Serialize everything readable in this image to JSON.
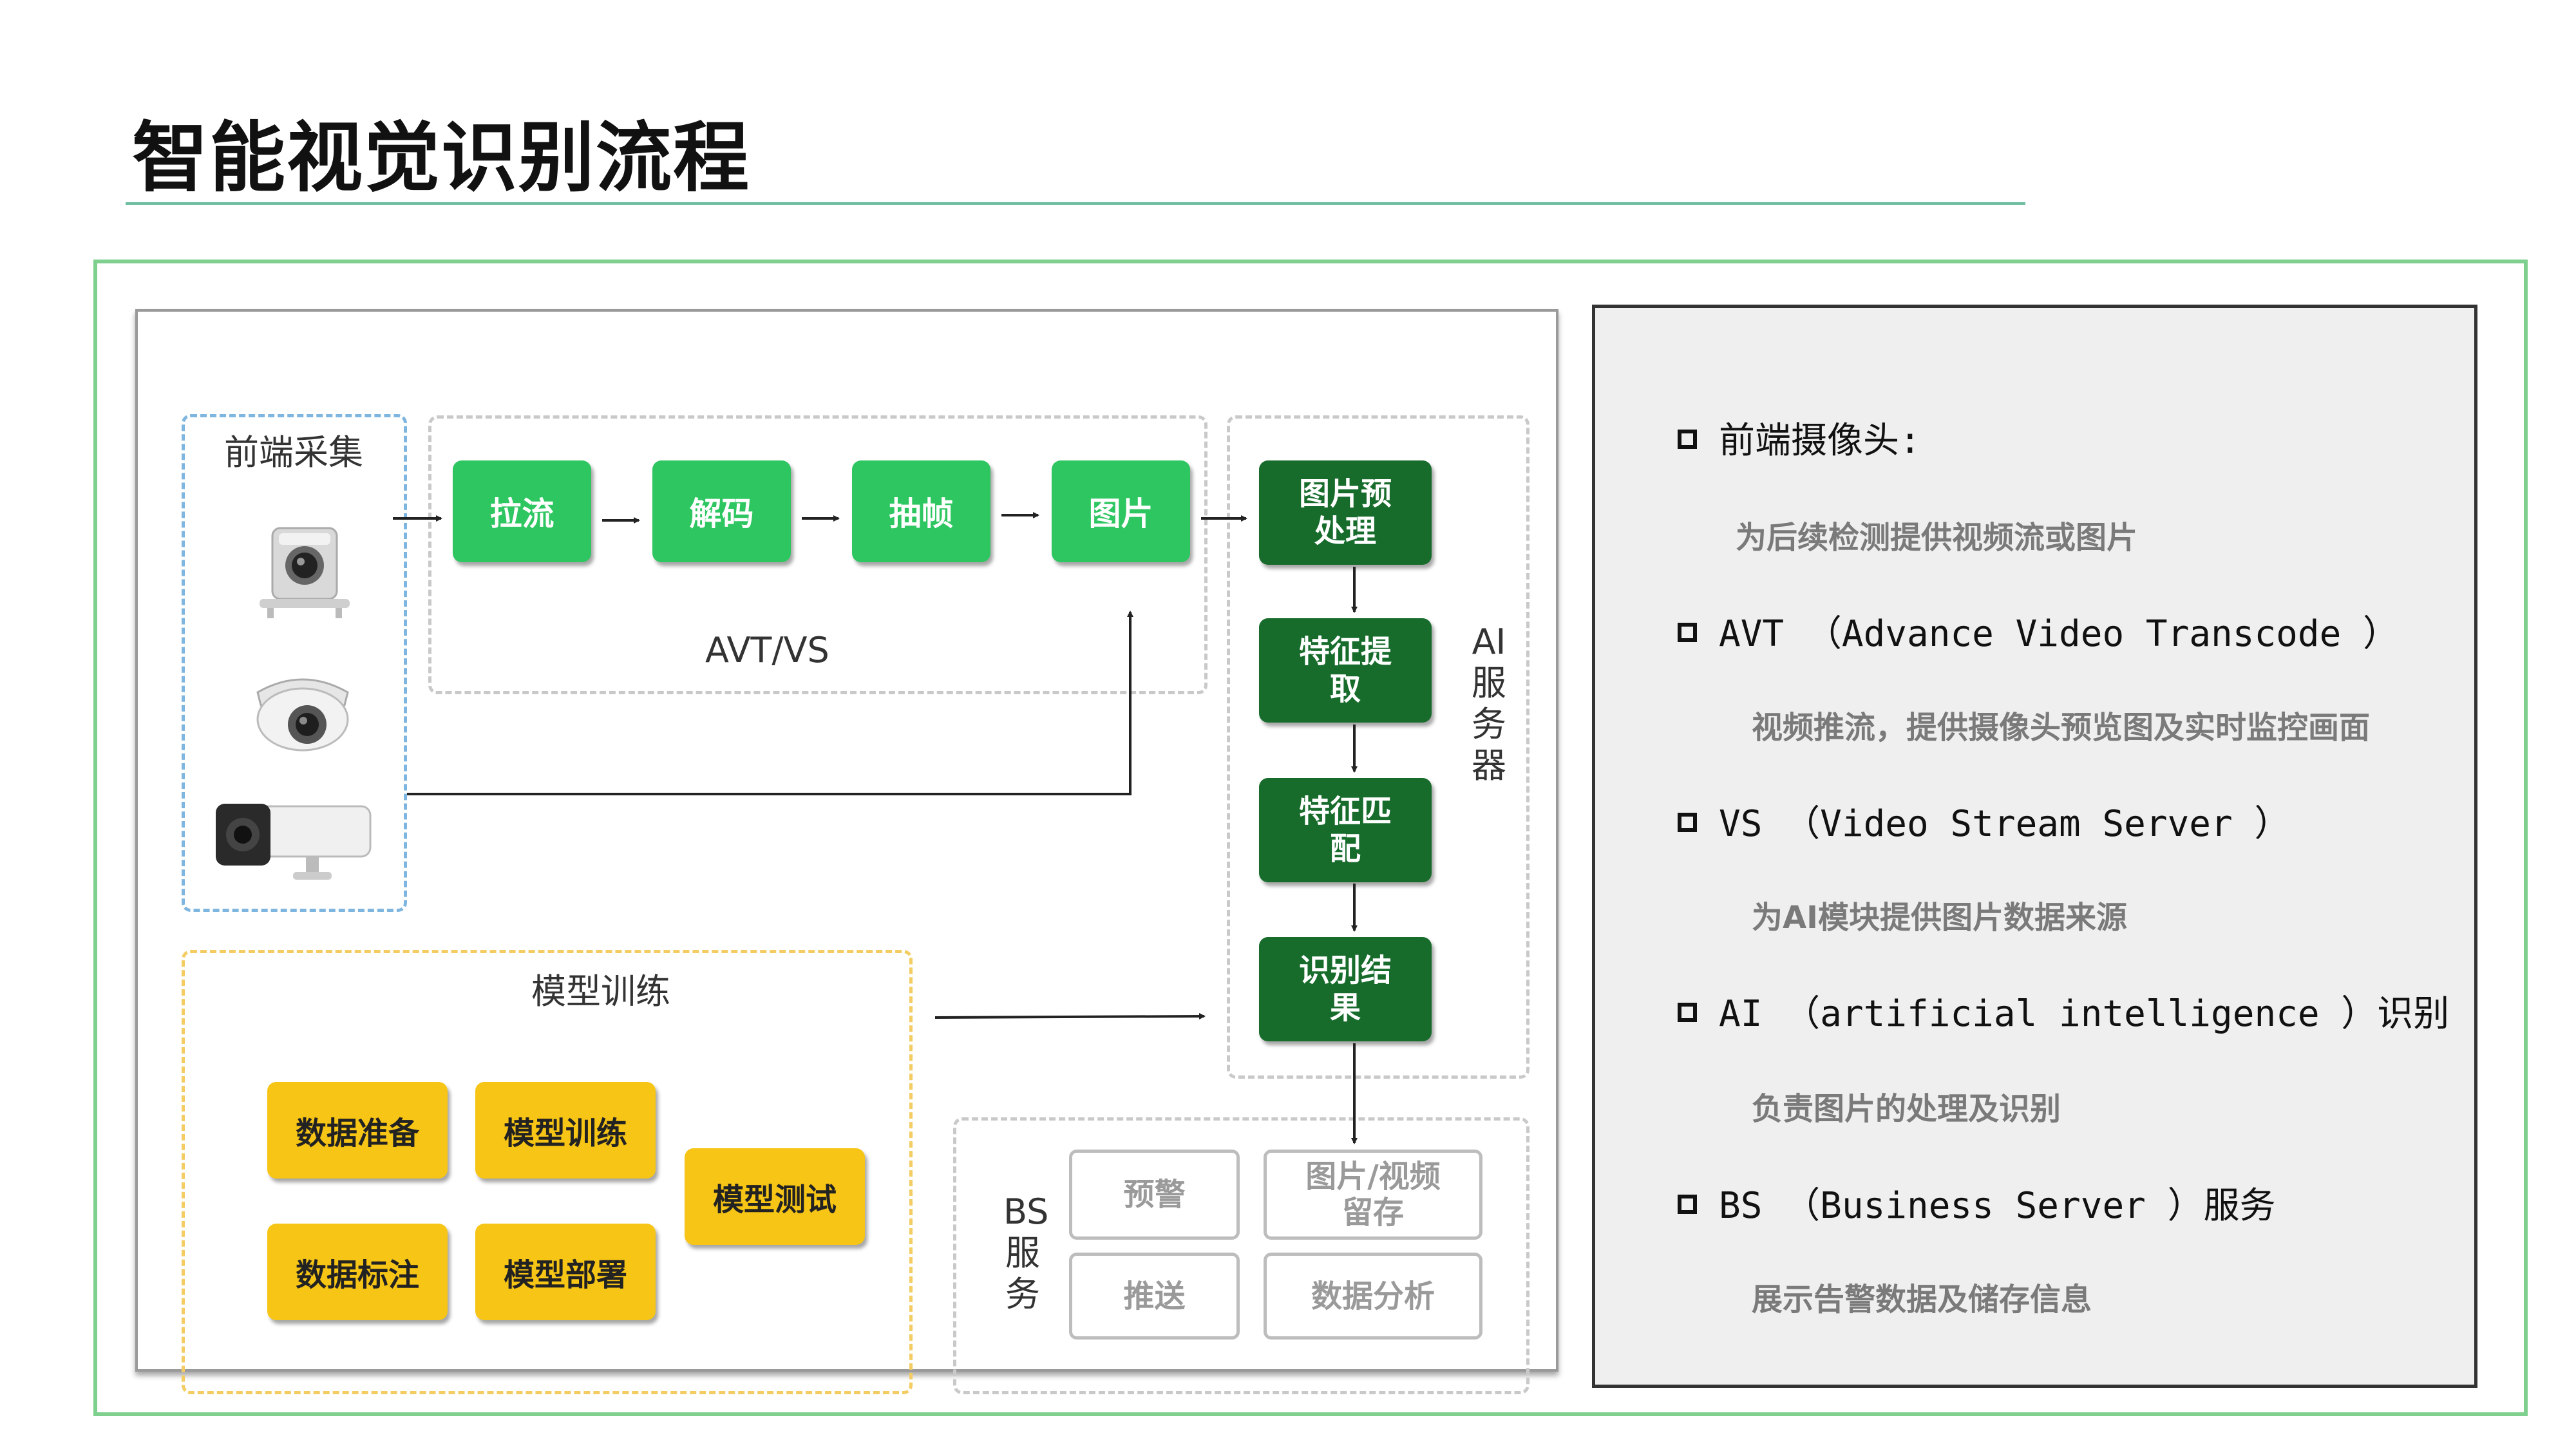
{
  "page": {
    "title": "智能视觉识别流程"
  },
  "front_end": {
    "label": "前端采集",
    "icons": [
      "box-camera-icon",
      "dome-camera-icon",
      "bullet-camera-icon"
    ]
  },
  "avt_vs": {
    "label": "AVT/VS",
    "steps": [
      "拉流",
      "解码",
      "抽帧",
      "图片"
    ]
  },
  "ai_server": {
    "label_chars": [
      "AI",
      "服",
      "务",
      "器"
    ],
    "steps": [
      [
        "图片预",
        "处理"
      ],
      [
        "特征提",
        "取"
      ],
      [
        "特征匹",
        "配"
      ],
      [
        "识别结",
        "果"
      ]
    ]
  },
  "model_training": {
    "label": "模型训练",
    "steps": [
      "数据准备",
      "模型训练",
      "模型测试",
      "数据标注",
      "模型部署"
    ]
  },
  "bs_service": {
    "label_chars": [
      "BS",
      "服",
      "务"
    ],
    "boxes": [
      "预警",
      [
        "图片/视频",
        "留存"
      ],
      "推送",
      "数据分析"
    ]
  },
  "info": {
    "items": [
      {
        "heading": "前端摄像头:",
        "desc": "为后续检测提供视频流或图片"
      },
      {
        "heading": "AVT （Advance Video Transcode ）",
        "desc": "视频推流，提供摄像头预览图及实时监控画面"
      },
      {
        "heading": "VS （Video Stream Server ）",
        "desc": "为AI模块提供图片数据来源"
      },
      {
        "heading": "AI （artificial intelligence ）识别",
        "desc": "负责图片的处理及识别"
      },
      {
        "heading": "BS （Business Server ）服务",
        "desc": "展示告警数据及储存信息"
      }
    ]
  },
  "colors": {
    "light_green": "#2dc660",
    "dark_green": "#176c2c",
    "yellow": "#f7c516",
    "frame_green": "#7fcf8f",
    "title_rule": "#6fbea0"
  }
}
